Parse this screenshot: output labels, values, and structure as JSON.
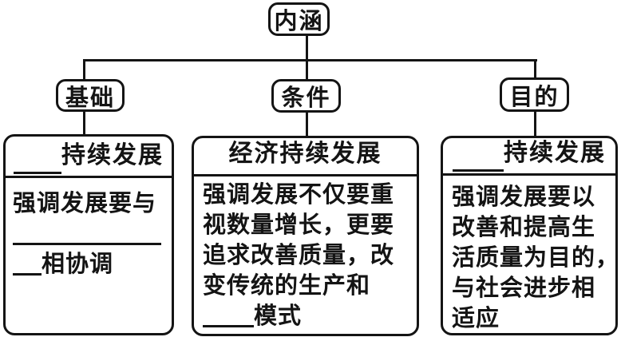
{
  "colors": {
    "ink": "#141414",
    "background": "#ffffff"
  },
  "root": {
    "label": "内涵"
  },
  "branches": [
    {
      "label": "基础"
    },
    {
      "label": "条件"
    },
    {
      "label": "目的"
    }
  ],
  "boxes": [
    {
      "title": "持续发展",
      "title_has_leading_blank": true,
      "body": [
        "强调发展要与",
        "相协调"
      ],
      "body_blanks": [
        "full-width line after first body line",
        "short blank before 相协调"
      ]
    },
    {
      "title": "经济持续发展",
      "title_has_leading_blank": false,
      "body": [
        "强调发展不仅要重",
        "视数量增长，更要",
        "追求改善质量，改",
        "变传统的生产和",
        "模式"
      ],
      "body_blanks": [
        "short blank before 模式 on last line"
      ]
    },
    {
      "title": "持续发展",
      "title_has_leading_blank": true,
      "body": [
        "强调发展要以",
        "改善和提高生",
        "活质量为目的，",
        "与社会进步相",
        "适应"
      ],
      "body_blanks": []
    }
  ]
}
